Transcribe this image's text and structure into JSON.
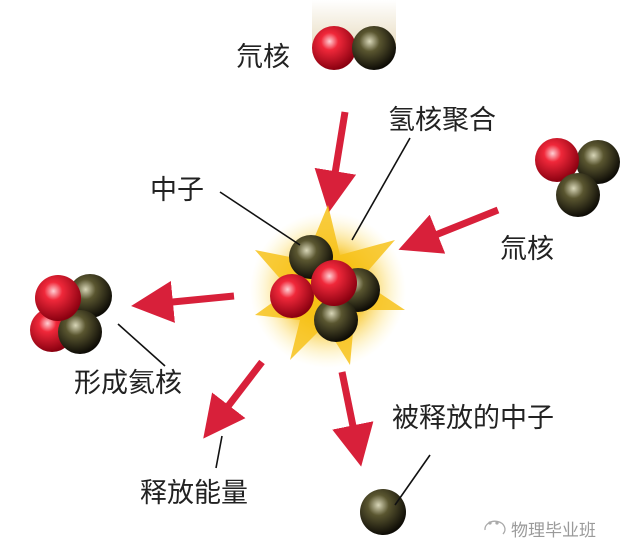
{
  "labels": {
    "deuterium": "氘核",
    "fusion": "氢核聚合",
    "neutron": "中子",
    "tritium": "氚核",
    "helium": "形成氦核",
    "energy": "释放能量",
    "released_neutron": "被释放的中子"
  },
  "watermark": "物理毕业班",
  "colors": {
    "proton": "#e0141e",
    "neutron": "#2e2a18",
    "arrow": "#d8203a",
    "energy_burst": "#f5b800"
  }
}
